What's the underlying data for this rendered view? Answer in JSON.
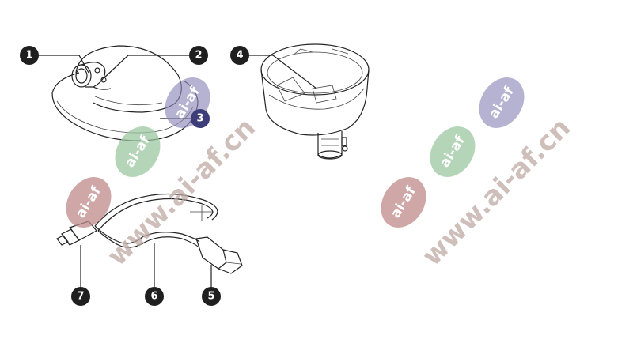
{
  "callouts": [
    {
      "id": "1",
      "label": "1"
    },
    {
      "id": "2",
      "label": "2"
    },
    {
      "id": "3",
      "label": "3"
    },
    {
      "id": "4",
      "label": "4"
    },
    {
      "id": "5",
      "label": "5"
    },
    {
      "id": "6",
      "label": "6"
    },
    {
      "id": "7",
      "label": "7"
    }
  ],
  "watermark": {
    "badge_text": "ai-af",
    "url_text": "www.ai-af.cn",
    "colors": {
      "purple": "#8e8ab8",
      "green": "#9cc7a1",
      "red": "#c08a8a",
      "url": "#bfa9a4"
    }
  },
  "colors": {
    "callout_fill": "#1f1f1f",
    "callout_3_fill": "#3d3d7a",
    "line": "#222222"
  }
}
